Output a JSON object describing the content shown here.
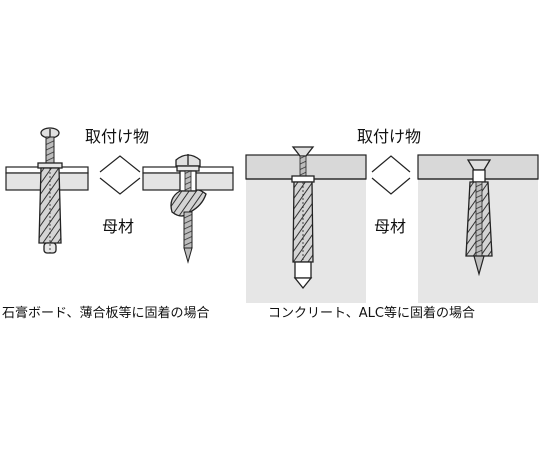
{
  "left_panel": {
    "attached_object_label": "取付け物",
    "base_material_label": "母材",
    "caption": "石膏ボード、薄合板等に固着の場合"
  },
  "right_panel": {
    "attached_object_label": "取付け物",
    "base_material_label": "母材",
    "caption": "コンクリート、ALC等に固着の場合"
  },
  "colors": {
    "board_fill": "#e4e4e4",
    "concrete_fill": "#e6e6e6",
    "metal_fill": "#cfcfcf",
    "outline": "#222222"
  }
}
